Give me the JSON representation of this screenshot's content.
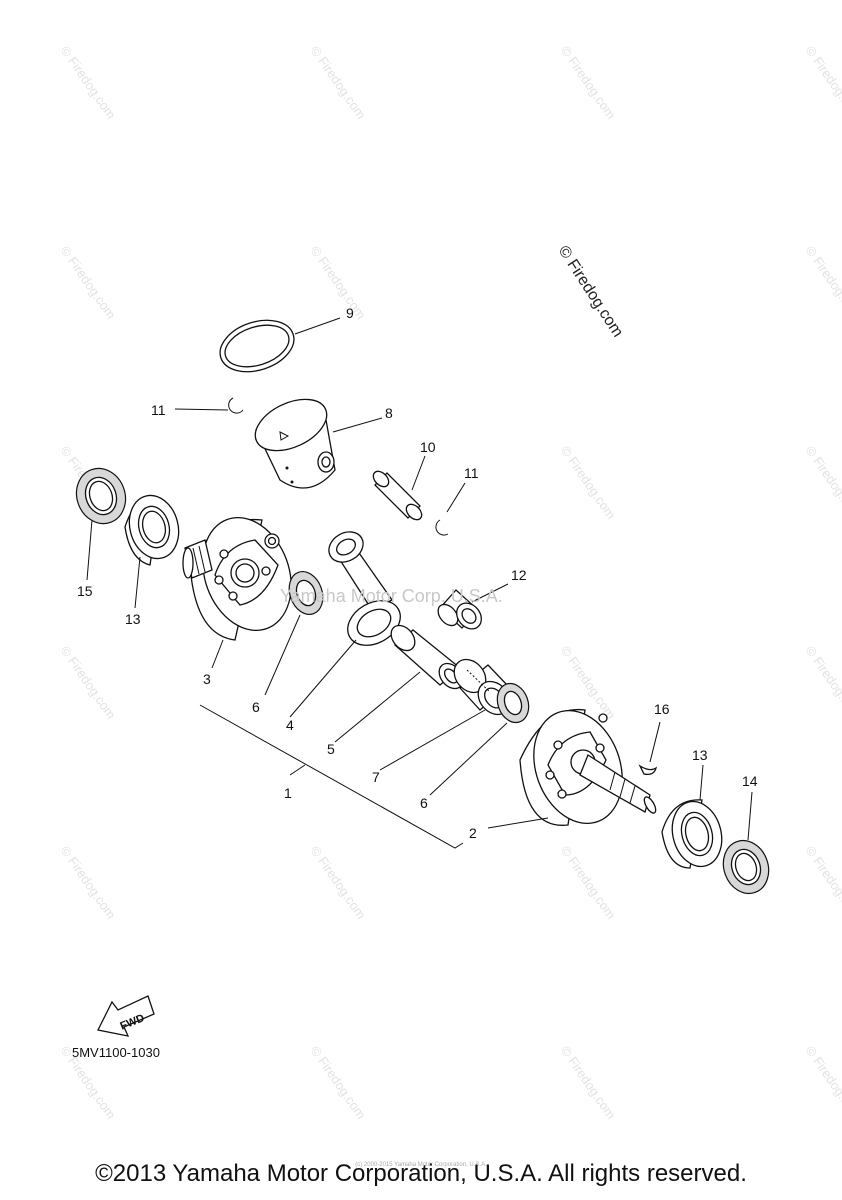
{
  "diagram": {
    "callouts": {
      "c1": "1",
      "c2": "2",
      "c3": "3",
      "c4": "4",
      "c5": "5",
      "c6a": "6",
      "c6b": "6",
      "c7": "7",
      "c8": "8",
      "c9": "9",
      "c10": "10",
      "c11a": "11",
      "c11b": "11",
      "c12": "12",
      "c13a": "13",
      "c13b": "13",
      "c14": "14",
      "c15": "15",
      "c16": "16"
    },
    "fwd_label": "FWD",
    "part_code": "5MV1100-1030"
  },
  "watermarks": {
    "firedog_corner": "© Firedog.com",
    "firedog_tile": "© Firedog.com",
    "center": "Yamaha Motor Corp. U.S.A."
  },
  "footer": {
    "tiny": "(c) 2000-2015 Yamaha Motor Corporation, U.S.A.",
    "copyright": "©2013 Yamaha Motor Corporation, U.S.A. All rights reserved."
  }
}
